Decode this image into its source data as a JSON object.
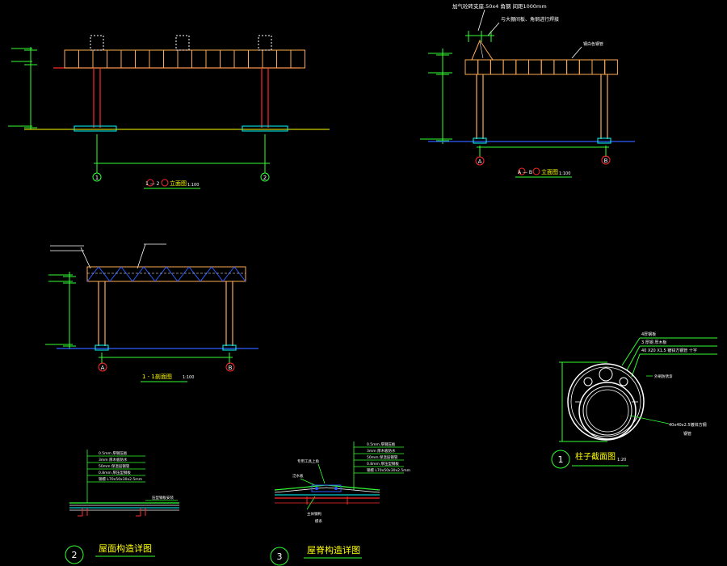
{
  "colors": {
    "background": "#000000",
    "line": "#ffffff",
    "red": "#ff2a2a",
    "yellow": "#ffff00",
    "green": "#33ff33",
    "cyan": "#00ffff",
    "blue": "#2f5cff",
    "orange": "#ffaa55"
  },
  "elevation_1_2": {
    "title_prefix": "1 — 2",
    "title": "立面图",
    "scale": "1:100",
    "axis_left": "1",
    "axis_right": "2"
  },
  "elevation_a_b": {
    "title_prefix": "A — B",
    "title": "立面图",
    "scale": "1:100",
    "axis_left": "A",
    "axis_right": "B",
    "note_1": "加气砼砖支座.50x4  角钢 间距1000mm",
    "note_2": "与大棚间板、角钢进行焊接",
    "note_3": "钢白色钢管"
  },
  "section_1_1": {
    "title": "1 - 1剖面图",
    "scale": "1:100",
    "axis_left": "A",
    "axis_right": "B"
  },
  "column_section": {
    "number": "1",
    "title": "柱子截面图",
    "scale": "1:20",
    "layer_1": "4厚钢板",
    "layer_2": "3 厚钢  厚木板",
    "layer_3": "40 X20 X1.5  镀锌方钢管  十字",
    "side_note": "外刷防锈漆",
    "tube_note": "40x40x2.5镀锌方钢",
    "tube_note_2": "钢管"
  },
  "roof_detail": {
    "number": "2",
    "title": "屋面构造详图",
    "layer_1": "0.5mm  厚钢压板",
    "layer_2": "3mm    厚木板防水",
    "layer_3": "50mm   保温层钢管",
    "layer_4": "0.8mm  厚压型钢板",
    "layer_5": "钢檩 L70x50x30x2.5mm",
    "note": "压型钢板安装"
  },
  "ridge_detail": {
    "number": "3",
    "title": "屋脊构造详图",
    "layer_1": "0.5mm  厚钢压板",
    "layer_2": "3mm    厚木板防水",
    "layer_3": "50mm   保温层钢管",
    "layer_4": "0.8mm  厚压型钢板",
    "layer_5": "钢檩 L70x50x30x2.5mm",
    "note_left": "专用工具上角",
    "note_mid": "泛水板",
    "note_bottom": "主体钢构",
    "note_bottom_2": "檩条"
  }
}
